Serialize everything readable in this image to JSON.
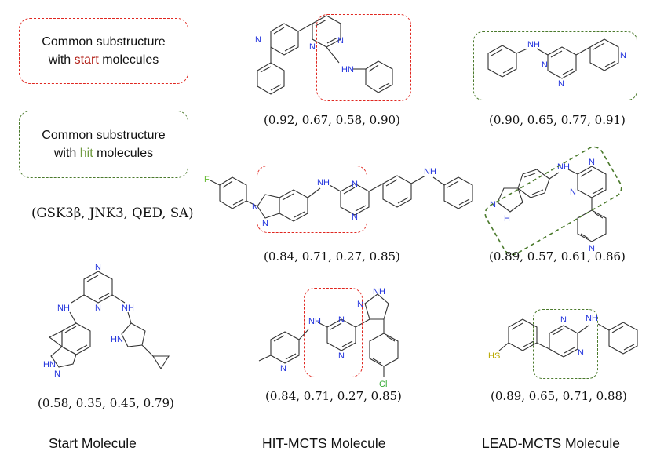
{
  "legend": {
    "start": {
      "line1": "Common substructure",
      "line2_prefix": "with ",
      "keyword": "start",
      "line2_suffix": " molecules"
    },
    "hit": {
      "line1": "Common substructure",
      "line2_prefix": "with ",
      "keyword": "hit",
      "line2_suffix": " molecules"
    },
    "properties": "(GSK3β, JNK3, QED, SA)"
  },
  "columns": {
    "start": "Start Molecule",
    "hit": "HIT-MCTS Molecule",
    "lead": "LEAD-MCTS Molecule"
  },
  "scores": {
    "start": "(0.58, 0.35, 0.45, 0.79)",
    "hit1": "(0.92, 0.67, 0.58, 0.90)",
    "hit2": "(0.84, 0.71, 0.27, 0.85)",
    "hit3": "(0.84, 0.71, 0.27, 0.85)",
    "lead1": "(0.90, 0.65, 0.77, 0.91)",
    "lead2": "(0.89, 0.57, 0.61, 0.86)",
    "lead3": "(0.89, 0.65, 0.71, 0.88)"
  },
  "atom_labels": {
    "N": "N",
    "NH": "NH",
    "HN": "HN",
    "H": "H",
    "F": "F",
    "Cl": "Cl",
    "SH": "HS"
  },
  "colors": {
    "start_highlight": "#e0261f",
    "hit_highlight": "#4b7a2c",
    "nitrogen": "#2233dd",
    "fluorine": "#66bb33",
    "chlorine": "#33aa33",
    "sulfur": "#bbaa00",
    "bond": "#333333"
  }
}
